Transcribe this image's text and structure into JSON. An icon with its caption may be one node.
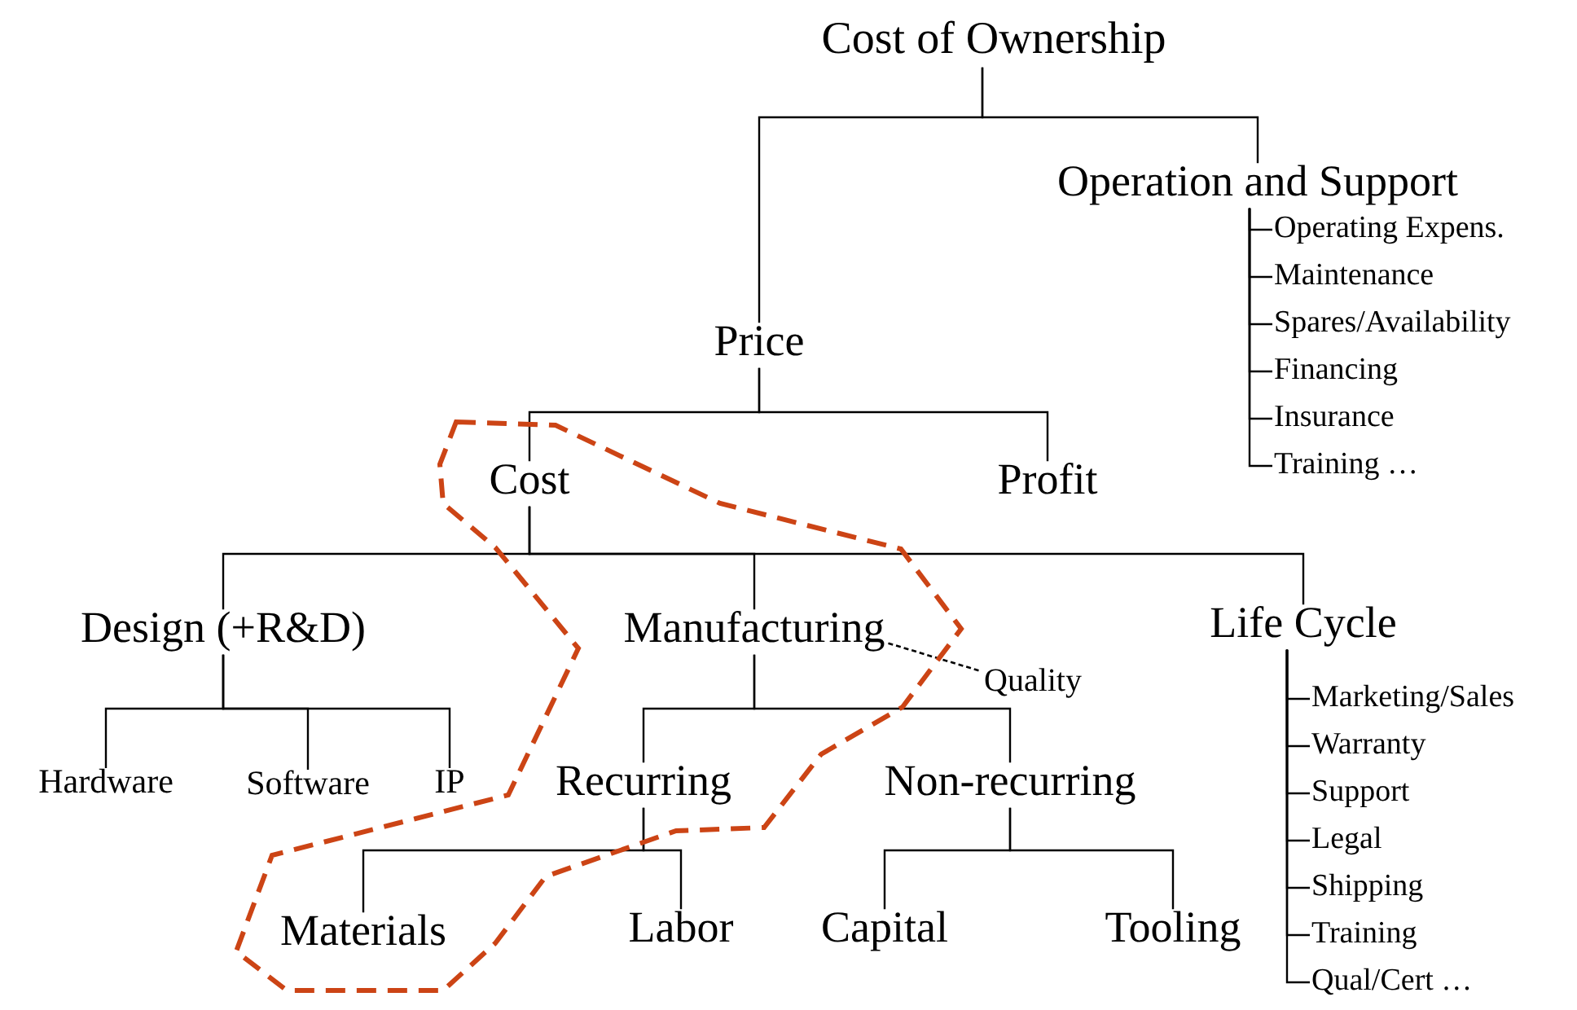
{
  "diagram": {
    "nodes": [
      {
        "text": [
          "Cost of Ownership"
        ]
      },
      {
        "text": [
          "Operation and Support"
        ]
      },
      {
        "text": [
          "Operating Expens."
        ]
      },
      {
        "text": [
          "Maintenance"
        ]
      },
      {
        "text": [
          "Spares/Availability"
        ]
      },
      {
        "text": [
          "Financing"
        ]
      },
      {
        "text": [
          "Insurance"
        ]
      },
      {
        "text": [
          "Training …"
        ]
      },
      {
        "text": [
          "Price"
        ]
      },
      {
        "text": [
          "Cost"
        ]
      },
      {
        "text": [
          "Profit"
        ]
      },
      {
        "text": [
          "Design (+R&D)"
        ]
      },
      {
        "text": [
          "Manufacturing"
        ]
      },
      {
        "text": [
          "Quality"
        ]
      },
      {
        "text": [
          "Life Cycle"
        ]
      },
      {
        "text": [
          "Hardware"
        ]
      },
      {
        "text": [
          "Software"
        ]
      },
      {
        "text": [
          "IP"
        ]
      },
      {
        "text": [
          "Recurring"
        ]
      },
      {
        "text": [
          "Non-recurring"
        ]
      },
      {
        "text": [
          "Materials"
        ]
      },
      {
        "text": [
          "Labor"
        ]
      },
      {
        "text": [
          "Capital"
        ]
      },
      {
        "text": [
          "Tooling"
        ]
      },
      {
        "text": [
          "Marketing/Sales"
        ]
      },
      {
        "text": [
          "Warranty"
        ]
      },
      {
        "text": [
          "Support"
        ]
      },
      {
        "text": [
          "Legal"
        ]
      },
      {
        "text": [
          "Shipping"
        ]
      },
      {
        "text": [
          "Training"
        ]
      },
      {
        "text": [
          "Qual/Cert …"
        ]
      }
    ],
    "edges": [
      {
        "from": 0,
        "to": 1,
        "arrow": "none"
      },
      {
        "from": 0,
        "to": 8,
        "arrow": "none"
      },
      {
        "from": 1,
        "to": 2,
        "arrow": "none"
      },
      {
        "from": 1,
        "to": 3,
        "arrow": "none"
      },
      {
        "from": 1,
        "to": 4,
        "arrow": "none"
      },
      {
        "from": 1,
        "to": 5,
        "arrow": "none"
      },
      {
        "from": 1,
        "to": 6,
        "arrow": "none"
      },
      {
        "from": 1,
        "to": 7,
        "arrow": "none"
      },
      {
        "from": 8,
        "to": 9,
        "arrow": "none"
      },
      {
        "from": 8,
        "to": 10,
        "arrow": "none"
      },
      {
        "from": 9,
        "to": 11,
        "arrow": "none"
      },
      {
        "from": 9,
        "to": 12,
        "arrow": "none"
      },
      {
        "from": 9,
        "to": 14,
        "arrow": "none"
      },
      {
        "from": 12,
        "to": 13,
        "arrow": "none",
        "style": "dashed"
      },
      {
        "from": 11,
        "to": 15,
        "arrow": "none"
      },
      {
        "from": 11,
        "to": 16,
        "arrow": "none"
      },
      {
        "from": 11,
        "to": 17,
        "arrow": "none"
      },
      {
        "from": 12,
        "to": 18,
        "arrow": "none"
      },
      {
        "from": 12,
        "to": 19,
        "arrow": "none"
      },
      {
        "from": 14,
        "to": 24,
        "arrow": "none"
      },
      {
        "from": 14,
        "to": 25,
        "arrow": "none"
      },
      {
        "from": 14,
        "to": 26,
        "arrow": "none"
      },
      {
        "from": 14,
        "to": 27,
        "arrow": "none"
      },
      {
        "from": 14,
        "to": 28,
        "arrow": "none"
      },
      {
        "from": 14,
        "to": 29,
        "arrow": "none"
      },
      {
        "from": 14,
        "to": 30,
        "arrow": "none"
      },
      {
        "from": 18,
        "to": 20,
        "arrow": "none"
      },
      {
        "from": 18,
        "to": 21,
        "arrow": "none"
      },
      {
        "from": 19,
        "to": 22,
        "arrow": "none"
      },
      {
        "from": 19,
        "to": 23,
        "arrow": "none"
      }
    ]
  }
}
